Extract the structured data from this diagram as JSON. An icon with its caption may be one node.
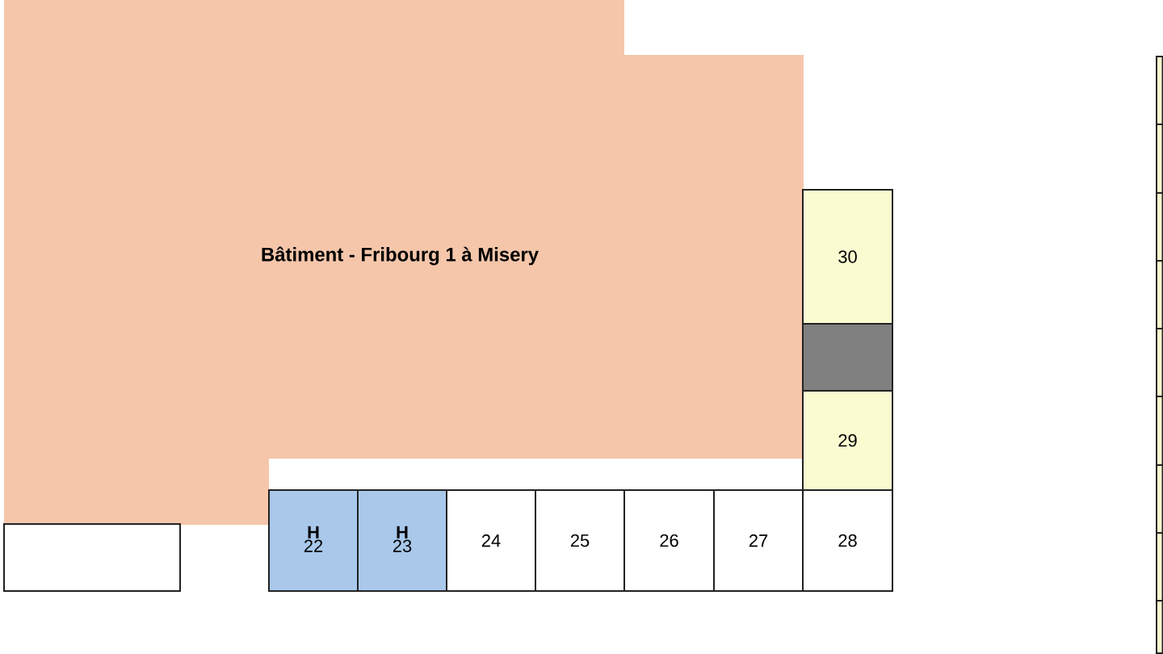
{
  "diagram": {
    "nodes": [
      {
        "text": [
          "Bâtiment - Fribourg 1 à Misery"
        ]
      },
      {
        "text": [
          "30"
        ]
      },
      {
        "text": [],
        "shape": "box"
      },
      {
        "text": [
          "29"
        ]
      },
      {
        "text": [
          "H",
          "22"
        ]
      },
      {
        "text": [
          "H",
          "23"
        ]
      },
      {
        "text": [
          "24"
        ]
      },
      {
        "text": [
          "25"
        ]
      },
      {
        "text": [
          "26"
        ]
      },
      {
        "text": [
          "27"
        ]
      },
      {
        "text": [
          "28"
        ]
      },
      {
        "text": [],
        "shape": "box"
      },
      {
        "text": [],
        "shape": "box"
      },
      {
        "text": [],
        "shape": "box"
      },
      {
        "text": [],
        "shape": "box"
      },
      {
        "text": [],
        "shape": "box"
      },
      {
        "text": [],
        "shape": "box"
      },
      {
        "text": [],
        "shape": "box"
      },
      {
        "text": [],
        "shape": "box"
      },
      {
        "text": [],
        "shape": "box"
      },
      {
        "text": [],
        "shape": "box"
      }
    ]
  }
}
